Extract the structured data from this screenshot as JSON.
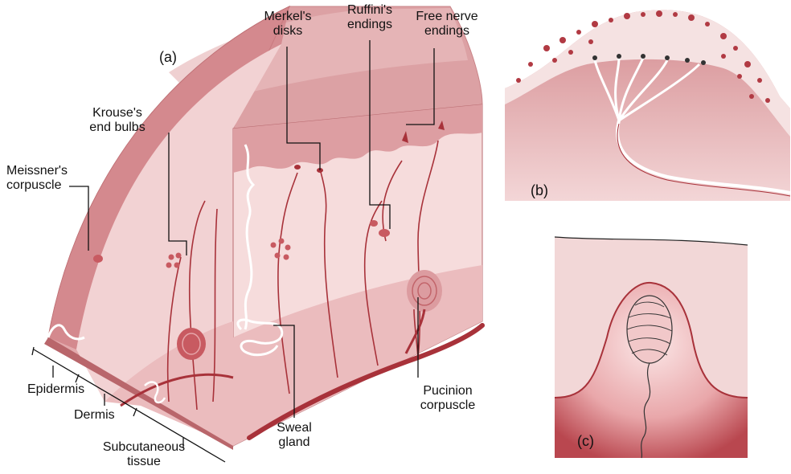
{
  "panels": {
    "a": "(a)",
    "b": "(b)",
    "c": "(c)"
  },
  "labels": {
    "merkels_line1": "Merkel's",
    "merkels_line2": "disks",
    "ruffini_line1": "Ruffini's",
    "ruffini_line2": "endings",
    "free_line1": "Free nerve",
    "free_line2": "endings",
    "krouse_line1": "Krouse's",
    "krouse_line2": "end bulbs",
    "meissner_line1": "Meissner's",
    "meissner_line2": "corpuscle",
    "epidermis": "Epidermis",
    "dermis": "Dermis",
    "subcut_line1": "Subcutaneous",
    "subcut_line2": "tissue",
    "sweat_line1": "Sweal",
    "sweat_line2": "gland",
    "pacinian_line1": "Pucinion",
    "pacinian_line2": "corpuscle"
  },
  "colors": {
    "deep_red": "#a8323a",
    "tissue_pink": "#e6aeb0",
    "light_pink": "#f6dcdc",
    "pale": "#fbeeee"
  }
}
